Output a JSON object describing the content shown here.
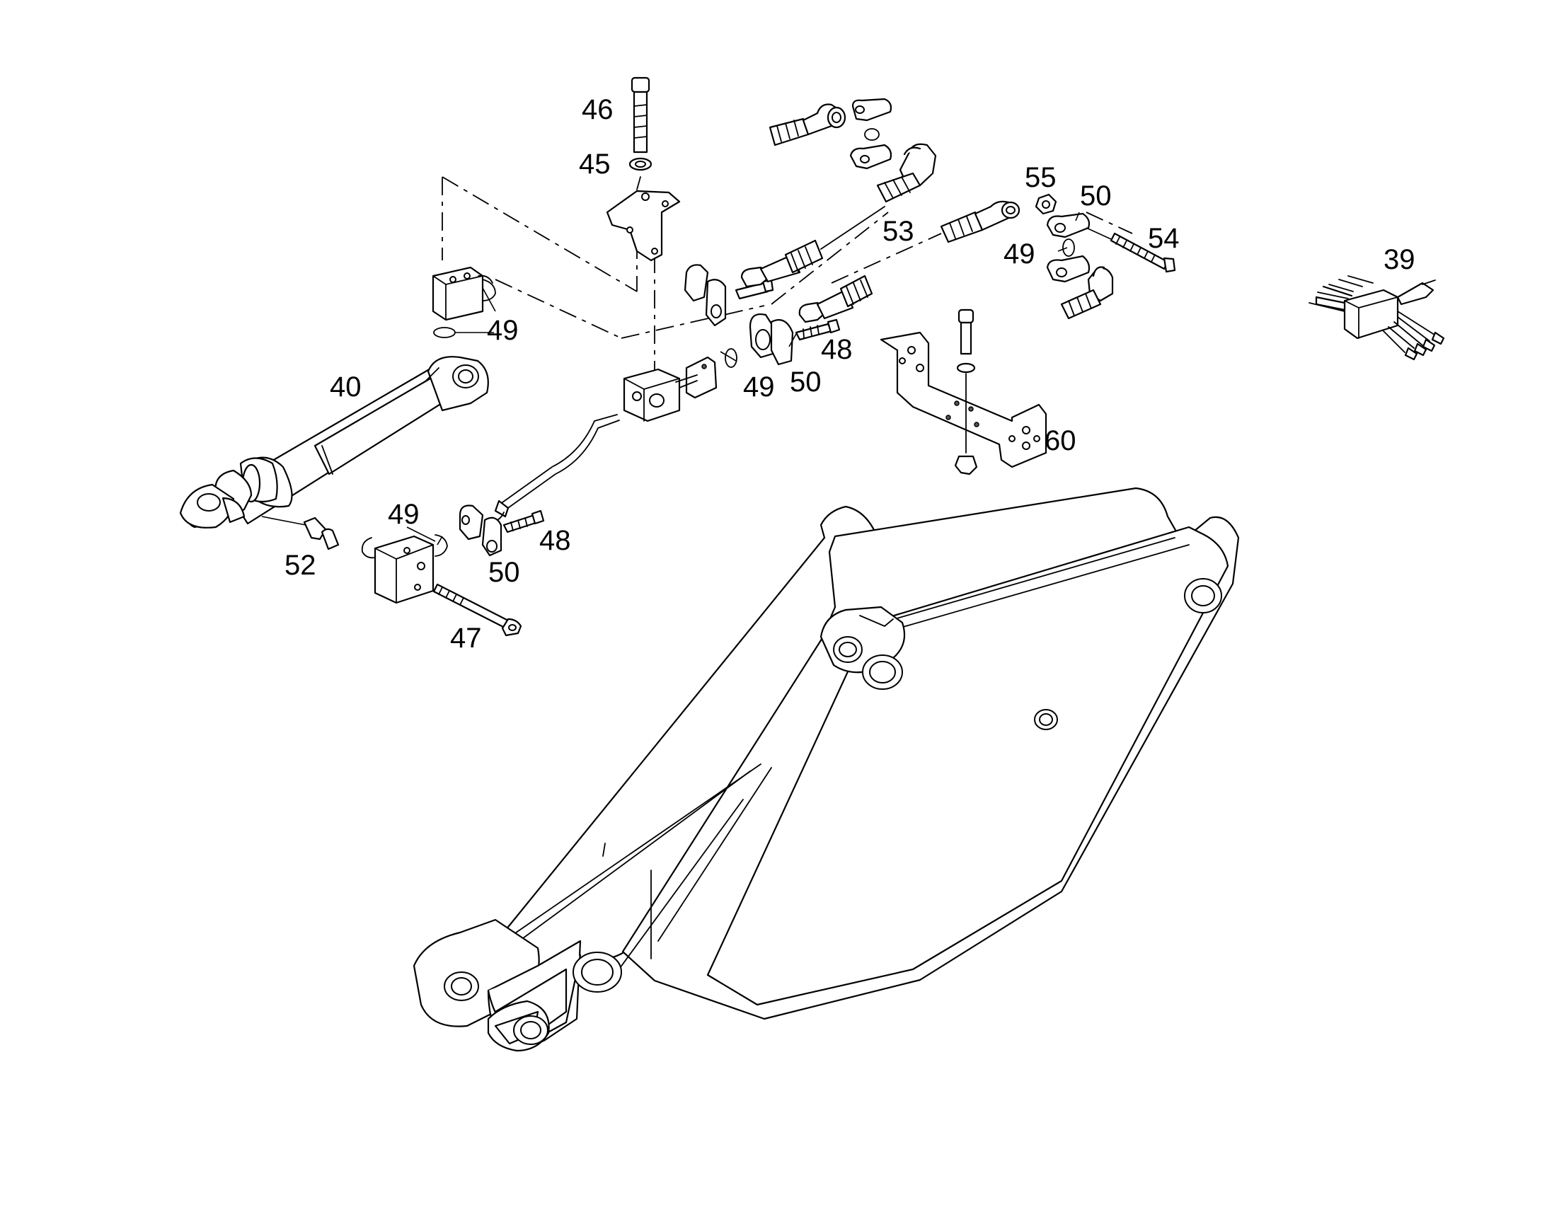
{
  "callouts": {
    "c39": "39",
    "c40": "40",
    "c45": "45",
    "c46": "46",
    "c47": "47",
    "c48a": "48",
    "c48b": "48",
    "c49a": "49",
    "c49b": "49",
    "c49c": "49",
    "c49d": "49",
    "c50a": "50",
    "c50b": "50",
    "c50c": "50",
    "c52": "52",
    "c53": "53",
    "c54": "54",
    "c55": "55",
    "c60": "60"
  },
  "colors": {
    "line": "#000000",
    "background": "#ffffff"
  }
}
